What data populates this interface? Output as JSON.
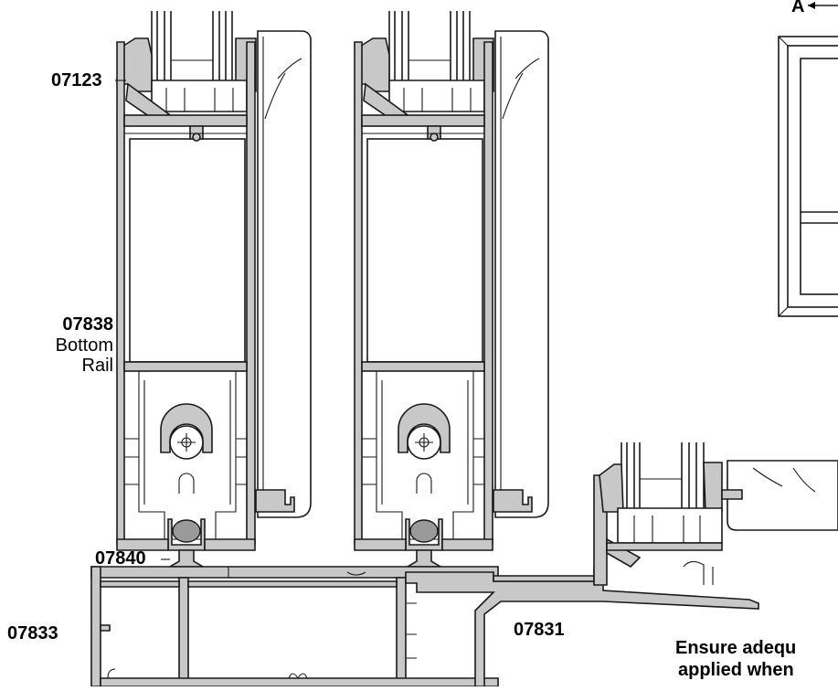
{
  "labels": {
    "top_rail_code": "07123",
    "bottom_rail_code": "07838",
    "bottom_rail_line1": "Bottom",
    "bottom_rail_line2": "Rail",
    "track_insert_code": "07840",
    "frame_code": "07833",
    "sill_code": "07831",
    "section_marker": "A",
    "note_line1": "Ensure adequ",
    "note_line2": "applied when"
  }
}
